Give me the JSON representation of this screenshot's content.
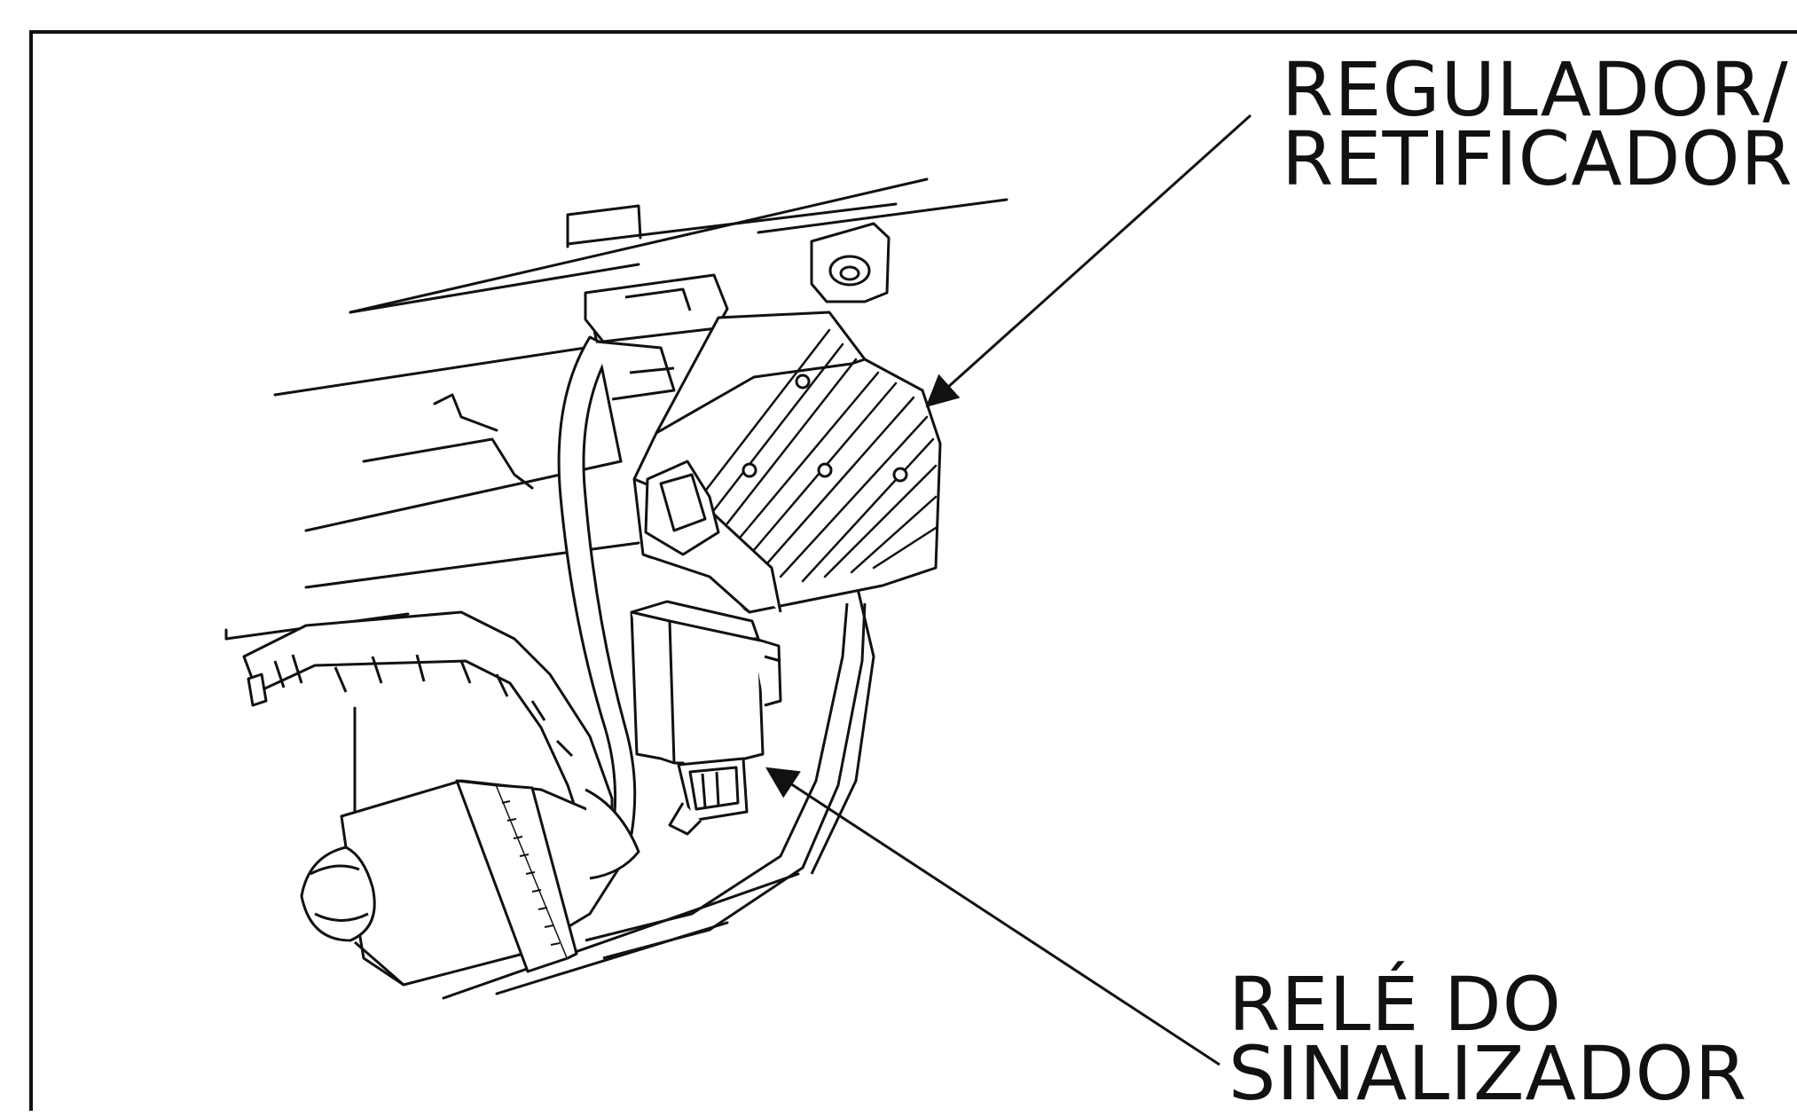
{
  "labels": {
    "regulador": {
      "line1": "REGULADOR/",
      "line2": "RETIFICADOR"
    },
    "rele": {
      "line1": "RELÉ DO",
      "line2": "SINALIZADOR"
    }
  },
  "colors": {
    "line": "#111111",
    "background": "#ffffff"
  }
}
